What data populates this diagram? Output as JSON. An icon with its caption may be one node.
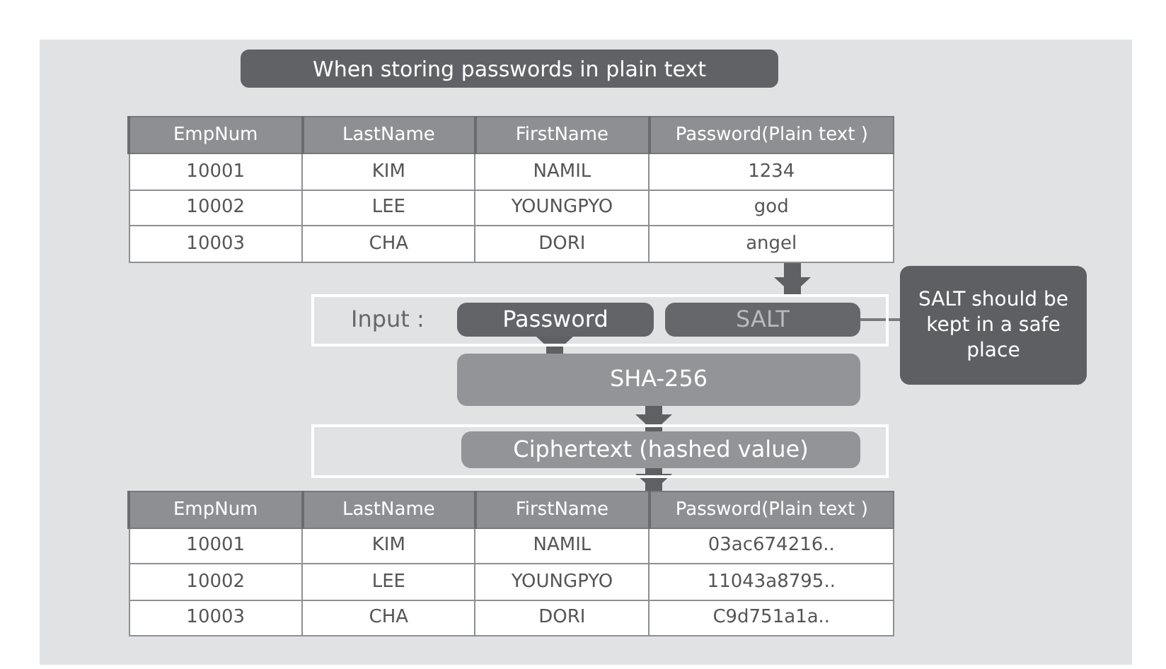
{
  "diagram": {
    "title": "When storing passwords in plain text",
    "nodes": [
      {
        "text": [],
        "shape": "box"
      },
      {
        "text": [
          "Input :"
        ]
      },
      {
        "text": [
          "Password"
        ],
        "in": 1
      },
      {
        "text": [
          "SALT"
        ],
        "in": 1
      },
      {
        "text": [
          "SHA-256"
        ]
      },
      {
        "text": [],
        "shape": "box"
      },
      {
        "text": [
          "Ciphertext (hashed value)"
        ],
        "in": 5
      },
      {
        "text": [],
        "shape": "box"
      },
      {
        "text": [
          "SALT should be kept in a safe place"
        ]
      }
    ],
    "edges": [
      {
        "from": 0,
        "to": 1,
        "arrow": "to"
      },
      {
        "from": 2,
        "to": 4,
        "arrow": "to"
      },
      {
        "from": 4,
        "to": 6,
        "arrow": "to"
      },
      {
        "from": 6,
        "to": 7,
        "arrow": "to"
      },
      {
        "from": 8,
        "to": 3,
        "arrow": "none"
      }
    ],
    "labels": [
      "EmpNum",
      "LastName",
      "FirstName",
      "Password(Plain text )",
      "10001",
      "KIM",
      "NAMIL",
      "1234",
      "10002",
      "LEE",
      "YOUNGPYO",
      "god",
      "10003",
      "CHA",
      "DORI",
      "angel",
      "EmpNum",
      "LastName",
      "FirstName",
      "Password(Plain text )",
      "10001",
      "KIM",
      "NAMIL",
      "03ac674216..",
      "10002",
      "LEE",
      "YOUNGPYO",
      "11043a8795..",
      "10003",
      "CHA",
      "DORI",
      "C9d751a1a.."
    ]
  }
}
